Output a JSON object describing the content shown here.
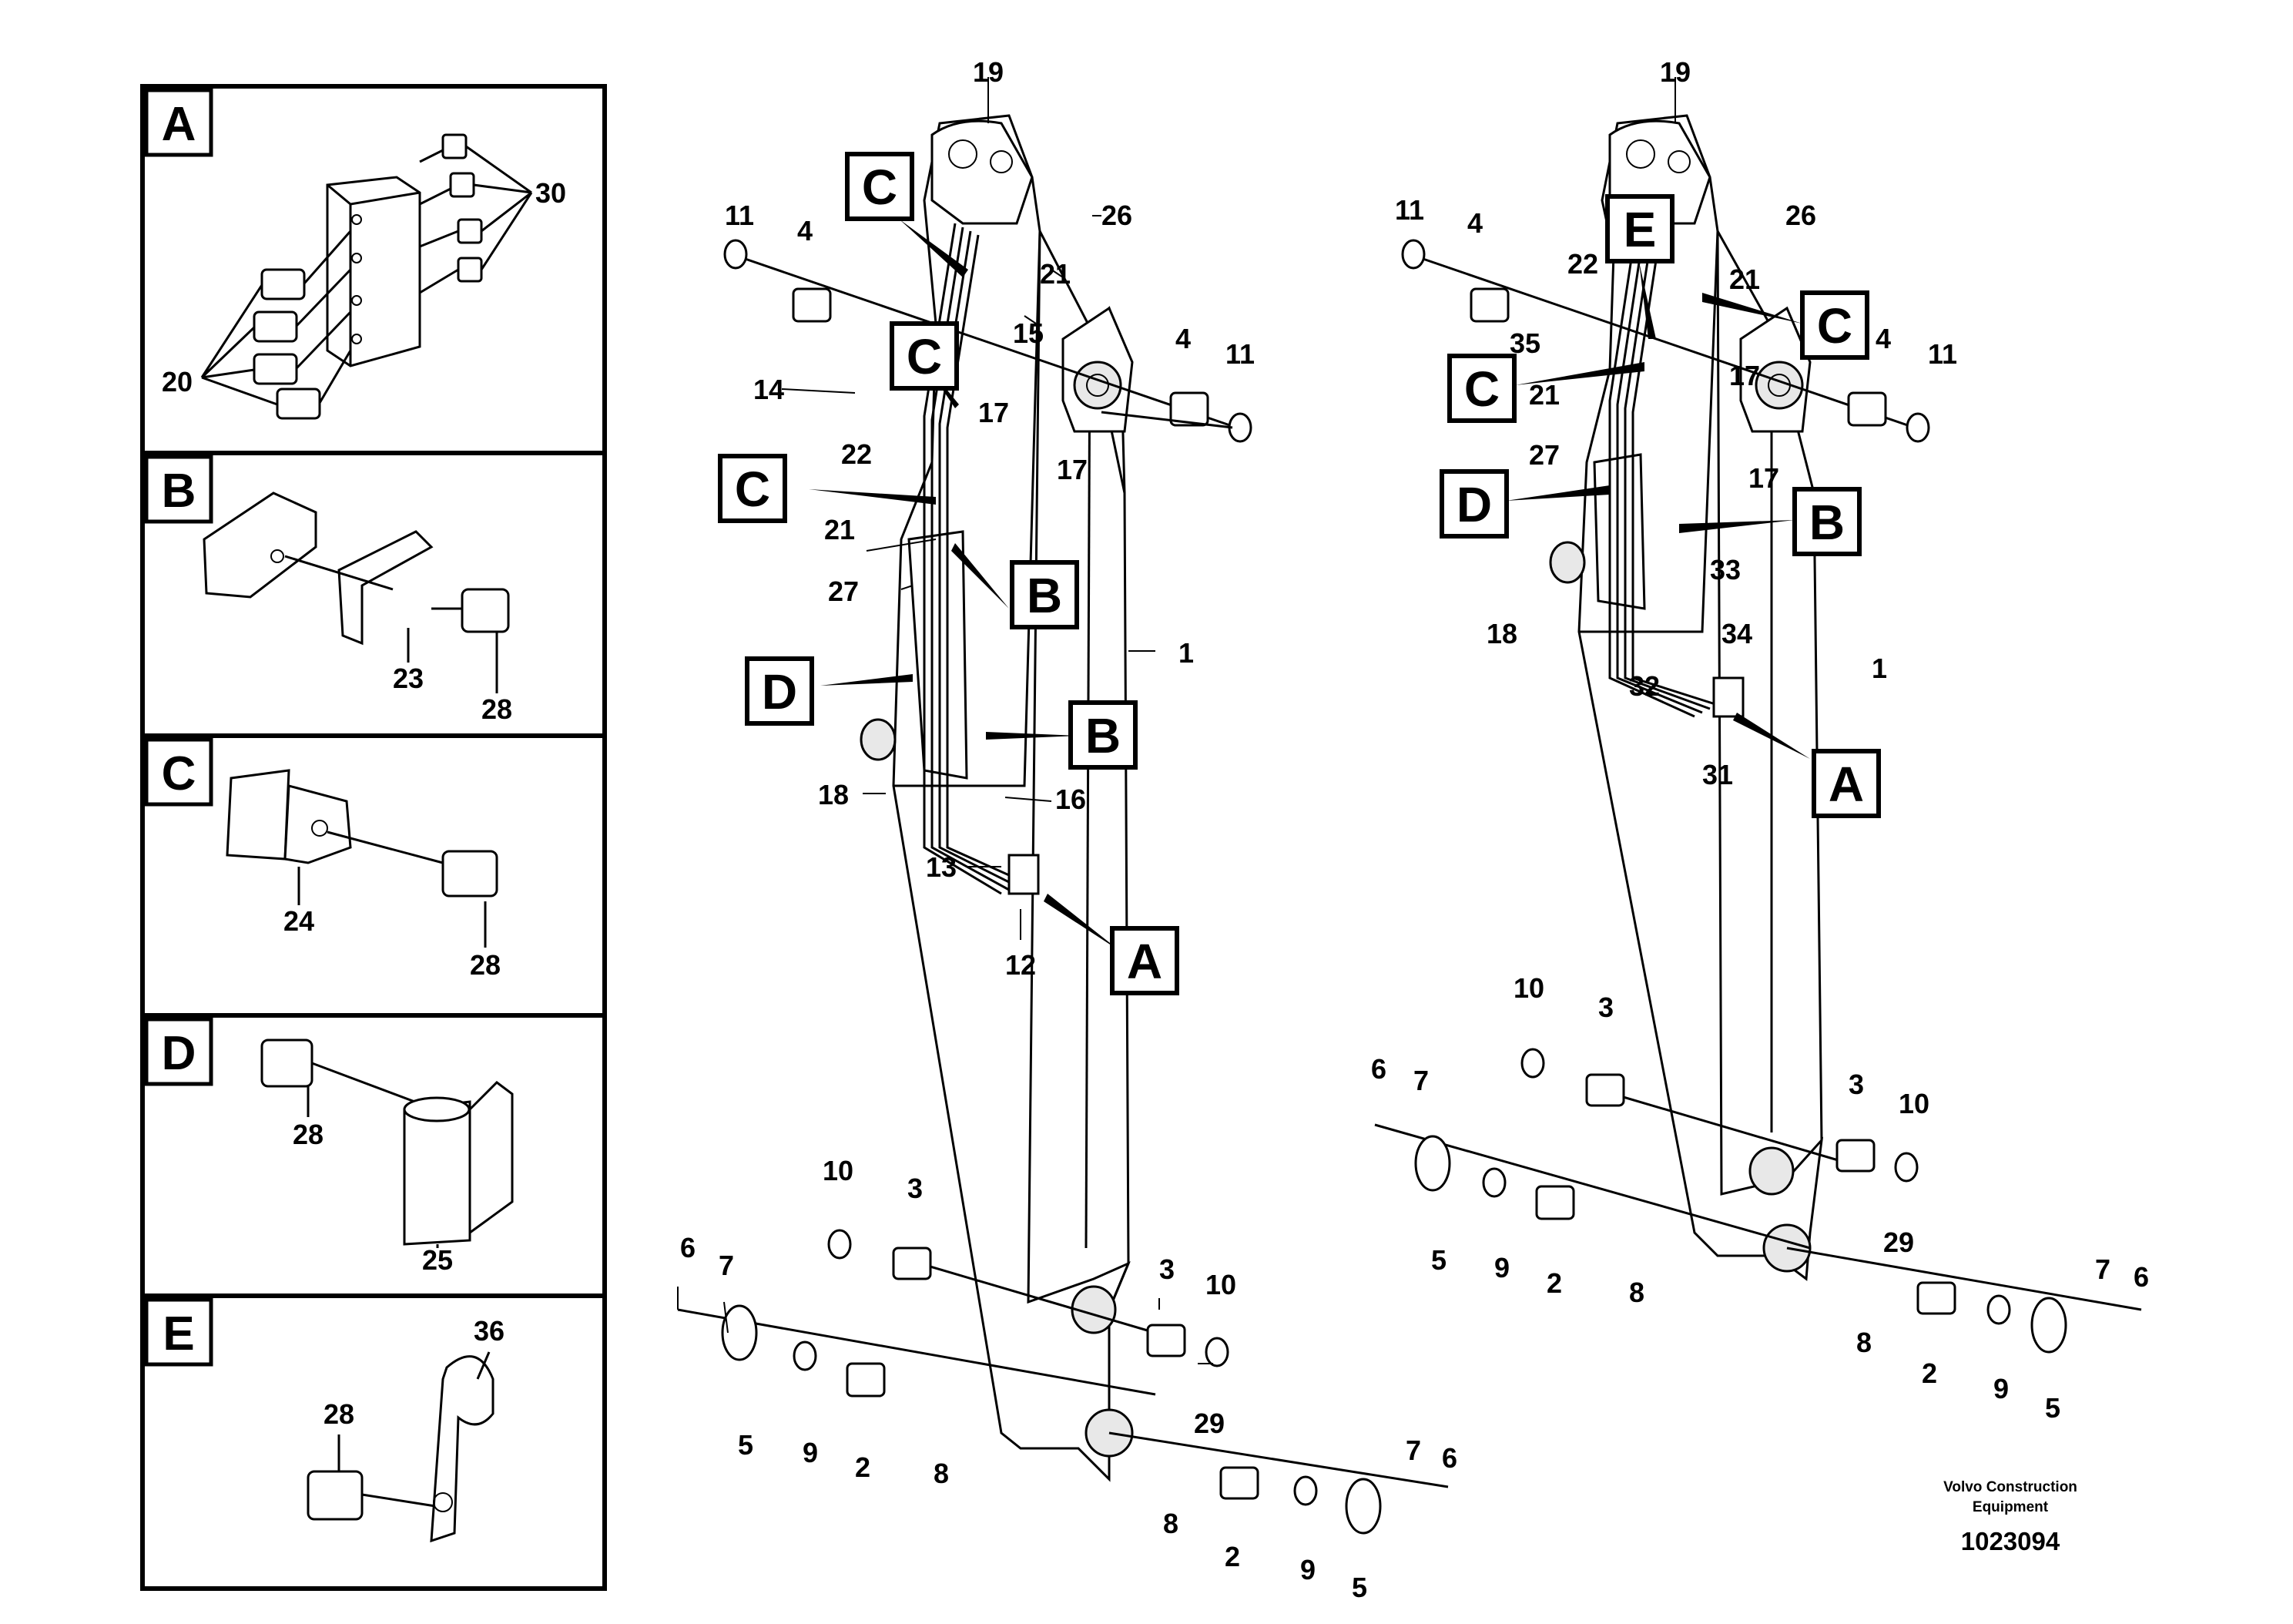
{
  "details": {
    "A": {
      "letter": "A",
      "parts": [
        "30",
        "20"
      ]
    },
    "B": {
      "letter": "B",
      "parts": [
        "23",
        "28"
      ]
    },
    "C": {
      "letter": "C",
      "parts": [
        "24",
        "28"
      ]
    },
    "D": {
      "letter": "D",
      "parts": [
        "28",
        "25"
      ]
    },
    "E": {
      "letter": "E",
      "parts": [
        "36",
        "28"
      ]
    }
  },
  "left_view": {
    "callouts": [
      "C",
      "C",
      "C",
      "B",
      "D",
      "B",
      "A"
    ],
    "labels": [
      "19",
      "26",
      "11",
      "4",
      "21",
      "15",
      "14",
      "17",
      "22",
      "4",
      "11",
      "17",
      "21",
      "27",
      "1",
      "18",
      "16",
      "13",
      "12",
      "10",
      "3",
      "3",
      "10",
      "6",
      "7",
      "29",
      "5",
      "9",
      "2",
      "8",
      "8",
      "7",
      "6",
      "2",
      "9",
      "5"
    ]
  },
  "right_view": {
    "callouts": [
      "E",
      "C",
      "C",
      "D",
      "B",
      "A"
    ],
    "labels": [
      "19",
      "26",
      "11",
      "4",
      "22",
      "21",
      "35",
      "21",
      "17",
      "4",
      "11",
      "27",
      "17",
      "33",
      "18",
      "34",
      "1",
      "32",
      "31",
      "10",
      "3",
      "6",
      "7",
      "3",
      "10",
      "29",
      "5",
      "9",
      "2",
      "8",
      "8",
      "7",
      "6",
      "2",
      "9",
      "5"
    ]
  },
  "footer": {
    "brand_line1": "Volvo Construction",
    "brand_line2": "Equipment",
    "doc_number": "1023094"
  }
}
